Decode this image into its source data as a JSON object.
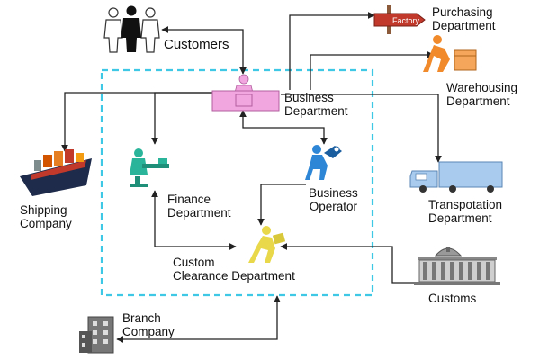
{
  "nodes": {
    "customers": "Customers",
    "purchasing": [
      "Purchasing",
      "Department"
    ],
    "factory_sign": "Factory",
    "warehousing": [
      "Warehousing",
      "Department"
    ],
    "business_department": [
      "Business",
      "Department"
    ],
    "shipping": [
      "Shipping",
      "Company"
    ],
    "finance": [
      "Finance",
      "Department"
    ],
    "business_operator": [
      "Business",
      "Operator"
    ],
    "transportation": [
      "Transpotation",
      "Department"
    ],
    "custom_clearance": [
      "Custom",
      "Clearance Department"
    ],
    "customs": "Customs",
    "branch": [
      "Branch",
      "Company"
    ]
  },
  "colors": {
    "boundary": "#3ec8e6",
    "line": "#222222",
    "business_pink": "#f2a6e0",
    "finance_teal": "#2ab59a",
    "operator_blue": "#2e86d6",
    "clearance_yellow": "#e8d84a",
    "warehouse_orange": "#f08a2a",
    "ship_red": "#c0392b",
    "truck_blue": "#a9ccee",
    "building_gray": "#777777"
  }
}
